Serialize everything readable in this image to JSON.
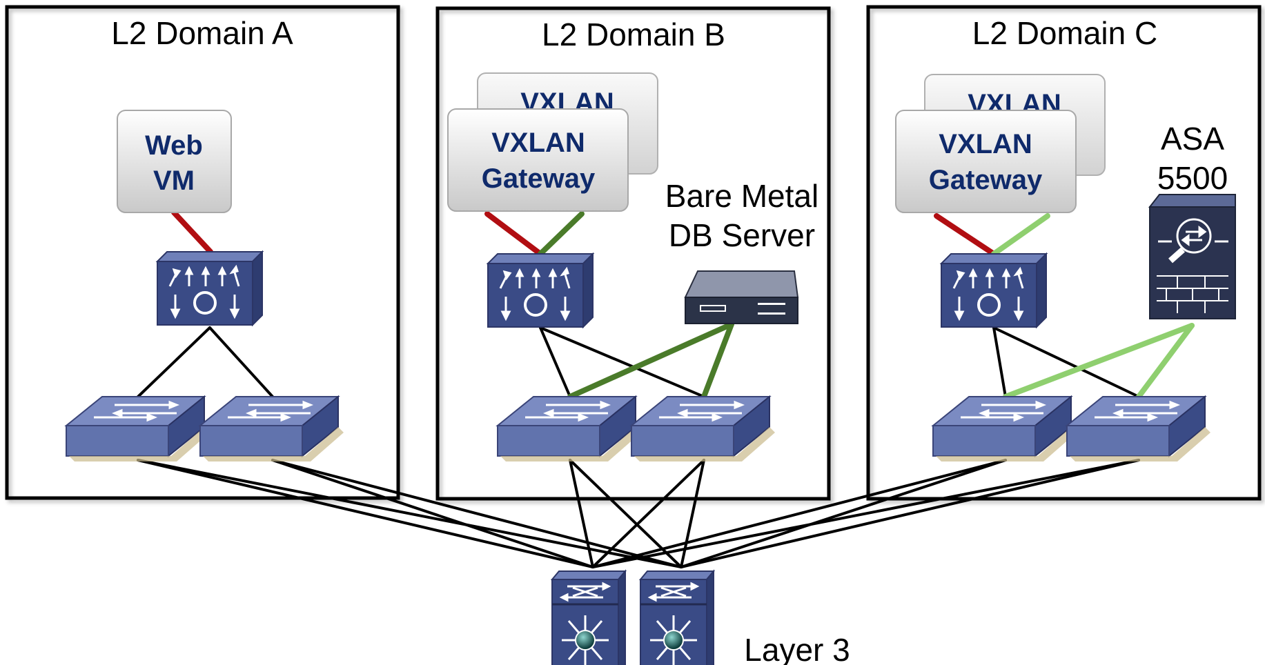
{
  "domains": [
    {
      "title": "L2 Domain A"
    },
    {
      "title": "L2 Domain B"
    },
    {
      "title": "L2 Domain C"
    }
  ],
  "web_vm": {
    "line1": "Web",
    "line2": "VM"
  },
  "gateway_b": {
    "back_text": "VXLAN",
    "line1": "VXLAN",
    "line2": "Gateway"
  },
  "gateway_c": {
    "back_text": "VXLAN",
    "line1": "VXLAN",
    "line2": "Gateway"
  },
  "bare_metal": {
    "line1": "Bare Metal",
    "line2": "DB Server"
  },
  "asa": {
    "line1": "ASA",
    "line2": "5500"
  },
  "layer3": {
    "label": "Layer 3"
  },
  "colors": {
    "red_link": "#b10e12",
    "dark_green_link": "#4a7b2a",
    "light_green_link": "#8fcf6f",
    "cisco_blue": "#3a4b86",
    "switch_blue": "#6173ad",
    "label_navy": "#0f2a6b"
  }
}
